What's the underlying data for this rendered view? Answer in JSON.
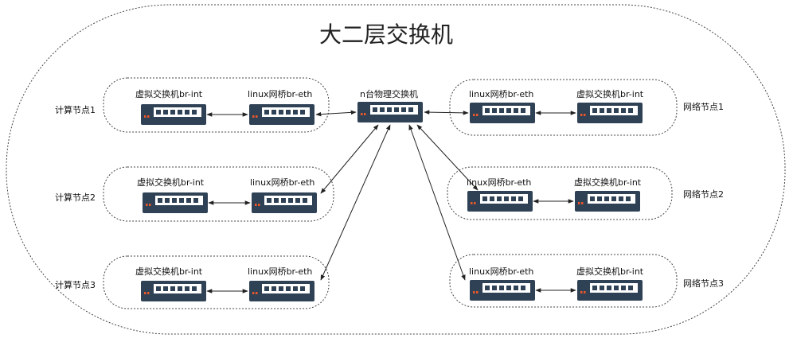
{
  "title": "大二层交换机",
  "colors": {
    "switch_body": "#2f4155",
    "switch_panel": "#ffffff",
    "port": "#2f4155",
    "led": "#e8562a",
    "border": "#444444",
    "link": "#222222"
  },
  "icon": "network-switch-icon",
  "physical_switch": {
    "label": "n台物理交换机"
  },
  "compute_nodes": [
    {
      "name": "计算节点1",
      "vswitch": "虚拟交换机br-int",
      "bridge": "linux网桥br-eth"
    },
    {
      "name": "计算节点2",
      "vswitch": "虚拟交换机br-int",
      "bridge": "linux网桥br-eth"
    },
    {
      "name": "计算节点3",
      "vswitch": "虚拟交换机br-int",
      "bridge": "linux网桥br-eth"
    }
  ],
  "network_nodes": [
    {
      "name": "网络节点1",
      "bridge": "linux网桥br-eth",
      "vswitch": "虚拟交换机br-int"
    },
    {
      "name": "网络节点2",
      "bridge": "linux网桥br-eth",
      "vswitch": "虚拟交换机br-int"
    },
    {
      "name": "网络节点3",
      "bridge": "linux网桥br-eth",
      "vswitch": "虚拟交换机br-int"
    }
  ]
}
